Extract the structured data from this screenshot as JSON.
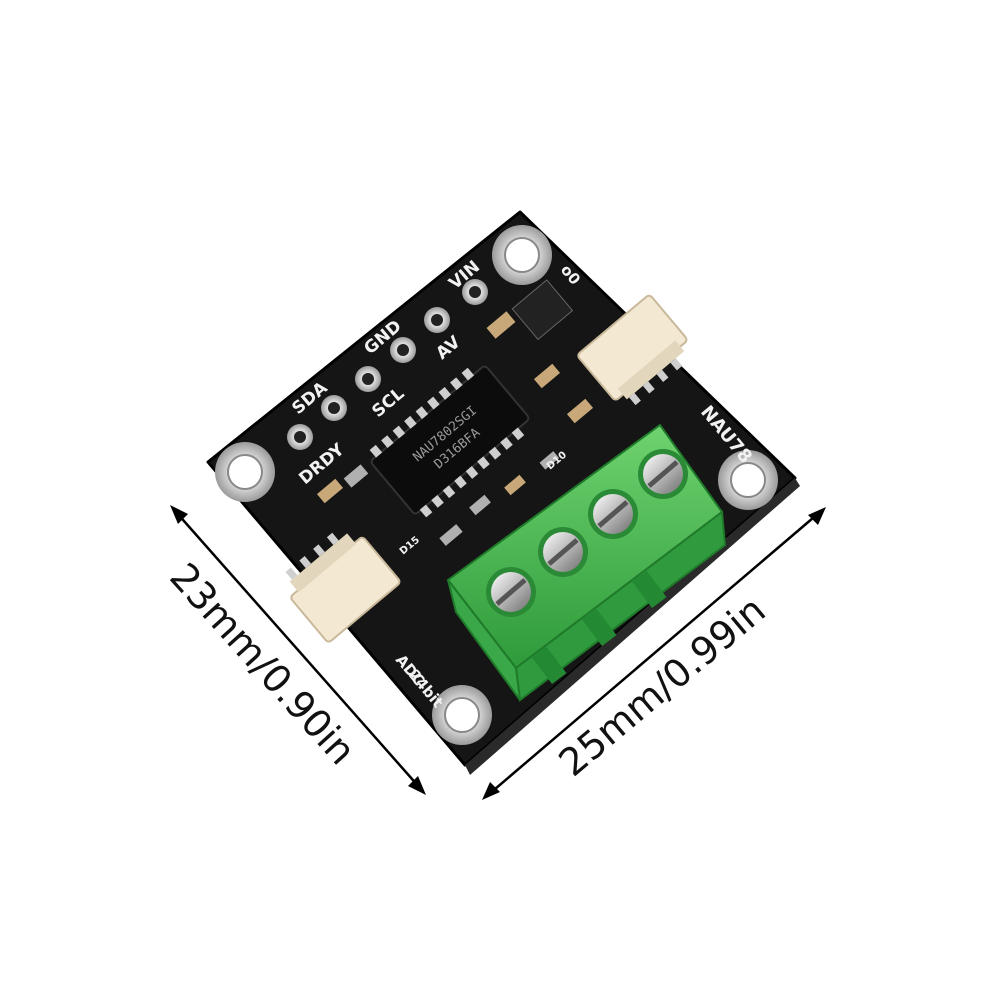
{
  "board": {
    "pin_labels": {
      "vin": "VIN",
      "av": "AV",
      "gnd": "GND",
      "scl": "SCL",
      "sda": "SDA",
      "drdy": "DRDY"
    },
    "chip_line1": "NAU7802SGI",
    "chip_line2": "D316BFA",
    "board_name": "NAU78",
    "adc_label_1": "24bit",
    "adc_label_2": "ADC",
    "ref_d15": "D15",
    "ref_d10": "D10",
    "ref_o0": "o0"
  },
  "dimensions": {
    "left": "23mm/0.90in",
    "right": "25mm/0.99in"
  },
  "colors": {
    "pcb": "#151515",
    "silkscreen": "#f2f2f2",
    "terminal": "#4fbf4f",
    "connector": "#f3e8d2"
  }
}
